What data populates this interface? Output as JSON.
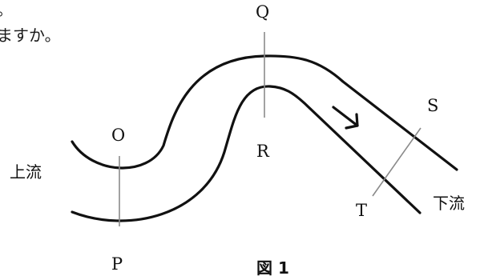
{
  "text": {
    "fragment_top": "。",
    "fragment_second": "ますか。"
  },
  "figure": {
    "points": {
      "O": "O",
      "P": "P",
      "Q": "Q",
      "R": "R",
      "S": "S",
      "T": "T"
    },
    "upstream_label": "上流",
    "downstream_label": "下流",
    "caption": "図 1",
    "icons": [
      "flow-direction-arrow-icon"
    ]
  }
}
